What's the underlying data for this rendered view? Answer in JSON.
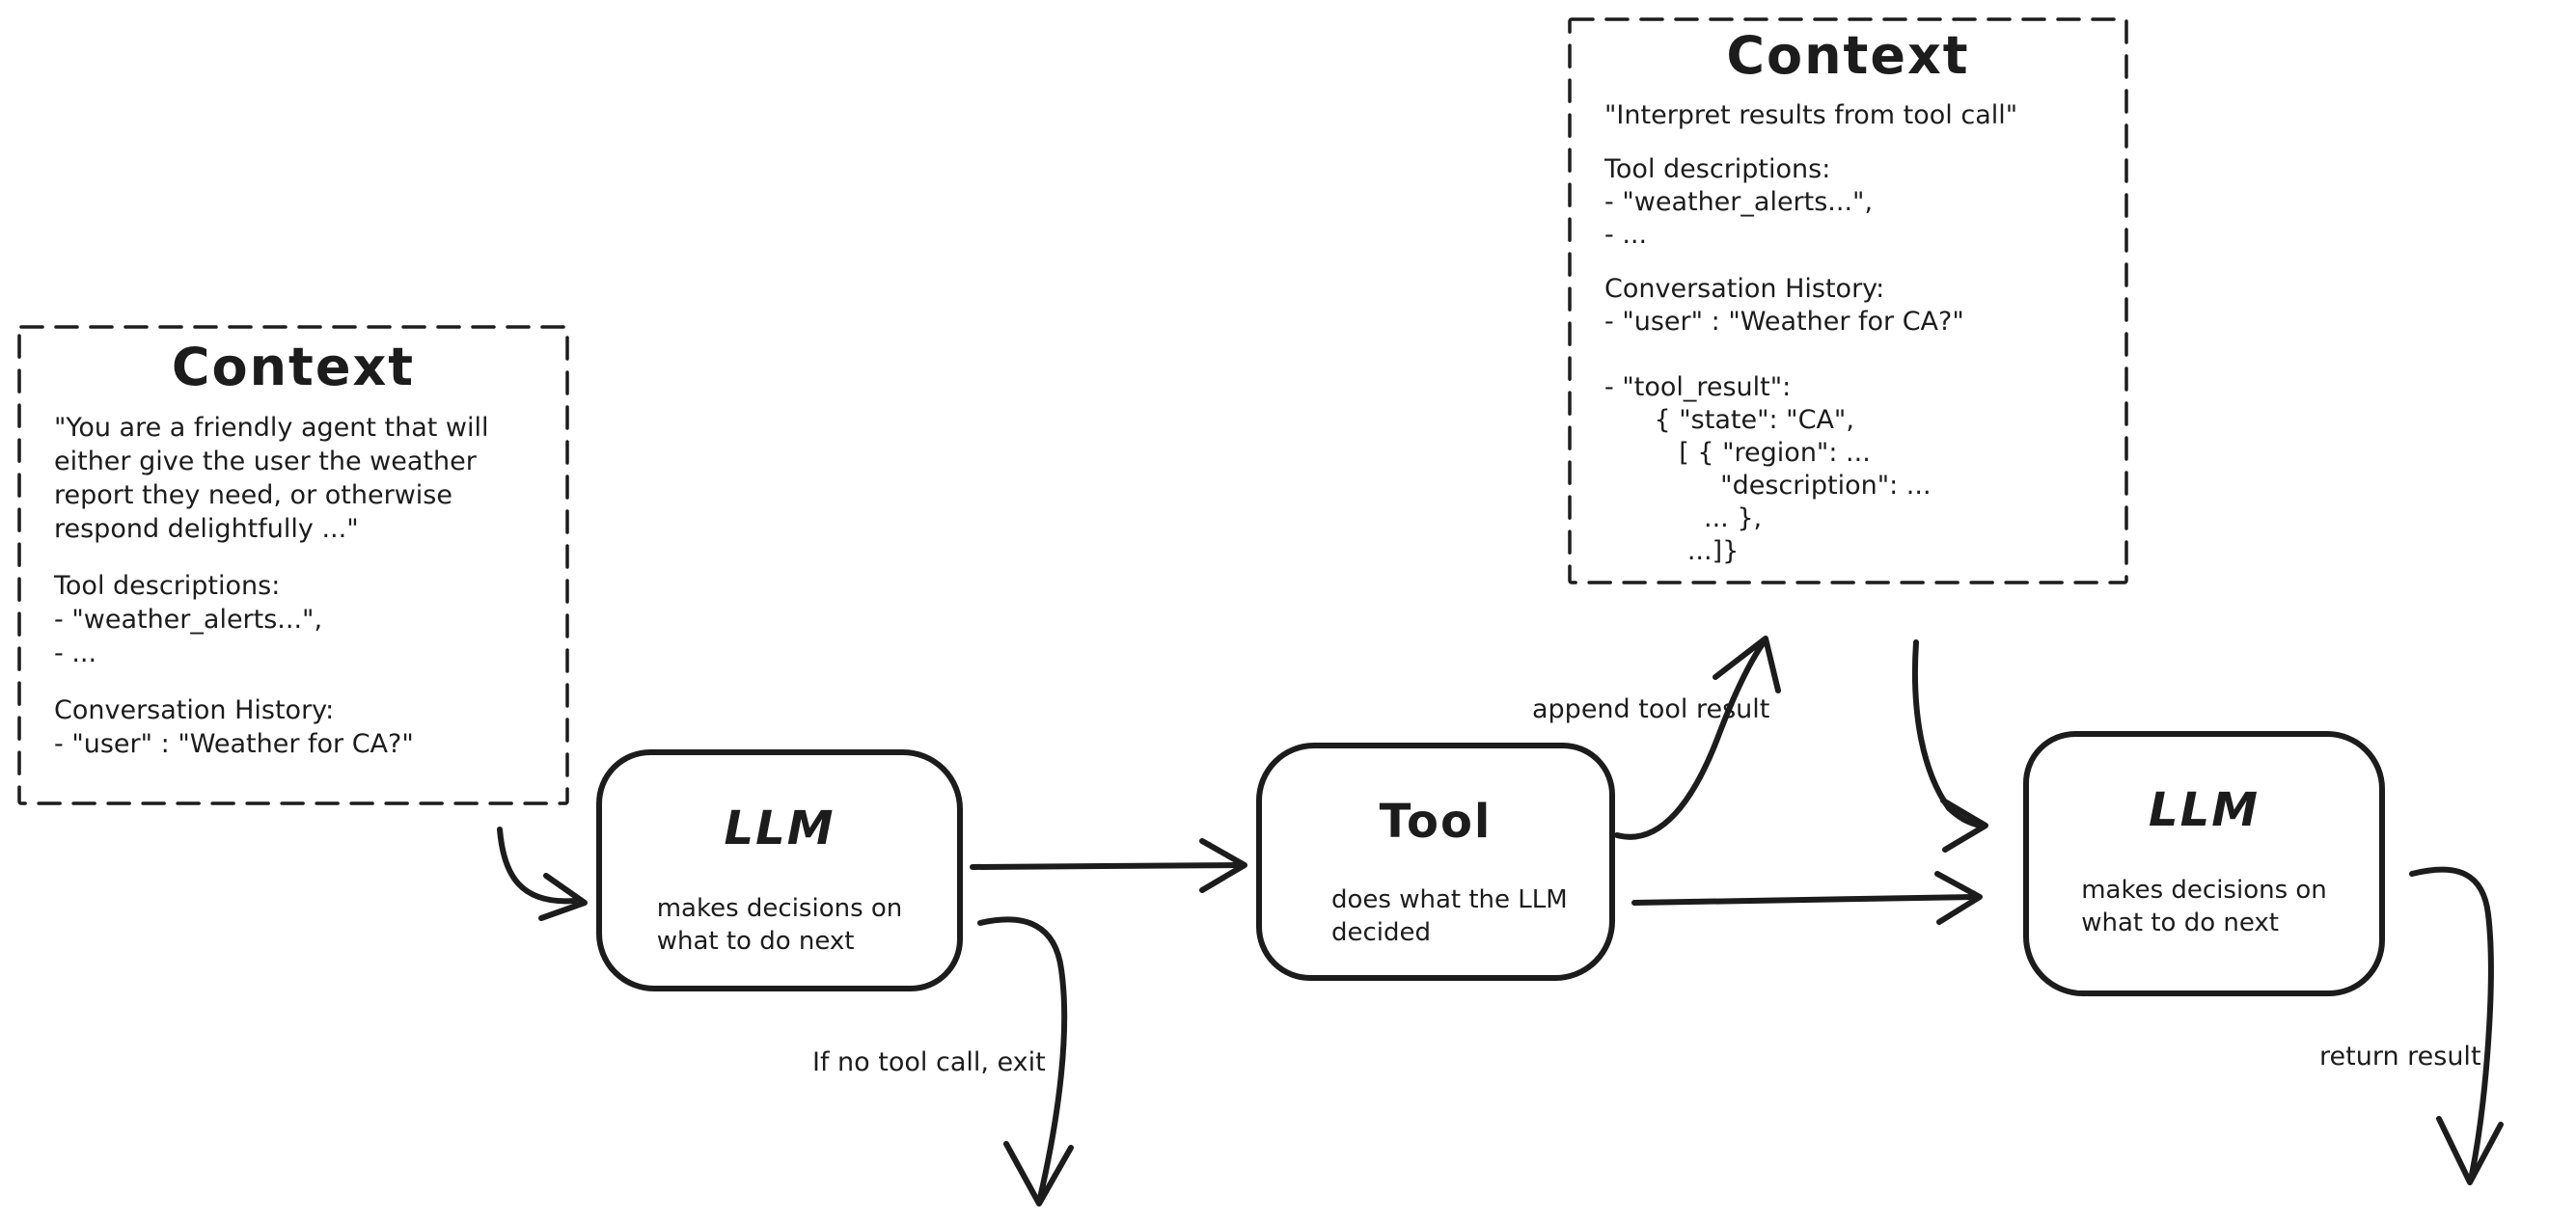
{
  "colors": {
    "ink": "#1c1c1c",
    "background": "#ffffff"
  },
  "context_initial": {
    "title": "Context",
    "system_prompt": "\"You are a friendly agent that will\neither give the user the weather\nreport they need, or otherwise\nrespond delightfully ...\"",
    "tools_heading": "Tool descriptions:",
    "tools": [
      "- \"weather_alerts...\",",
      "- ..."
    ],
    "history_heading": "Conversation History:",
    "history": "- \"user\" : \"Weather for CA?\""
  },
  "context_after_tool": {
    "title": "Context",
    "system_prompt": "\"Interpret results from tool call\"",
    "tools_heading": "Tool descriptions:",
    "tools": [
      "- \"weather_alerts...\",",
      "- ..."
    ],
    "history_heading": "Conversation History:",
    "history": "- \"user\" : \"Weather for CA?\"\n\n- \"tool_result\":\n      { \"state\": \"CA\",\n         [ { \"region\": ...\n              \"description\": ...\n            ... },\n          ...]}"
  },
  "nodes": {
    "llm_first": {
      "title": "LLM",
      "subtitle": "makes decisions on\nwhat to do next"
    },
    "tool": {
      "title": "Tool",
      "subtitle": "does what the LLM\ndecided"
    },
    "llm_second": {
      "title": "LLM",
      "subtitle": "makes decisions on\nwhat to do next"
    }
  },
  "edge_labels": {
    "append_tool_result": "append tool result",
    "no_tool_call_exit": "If no tool call, exit",
    "return_result": "return result"
  }
}
